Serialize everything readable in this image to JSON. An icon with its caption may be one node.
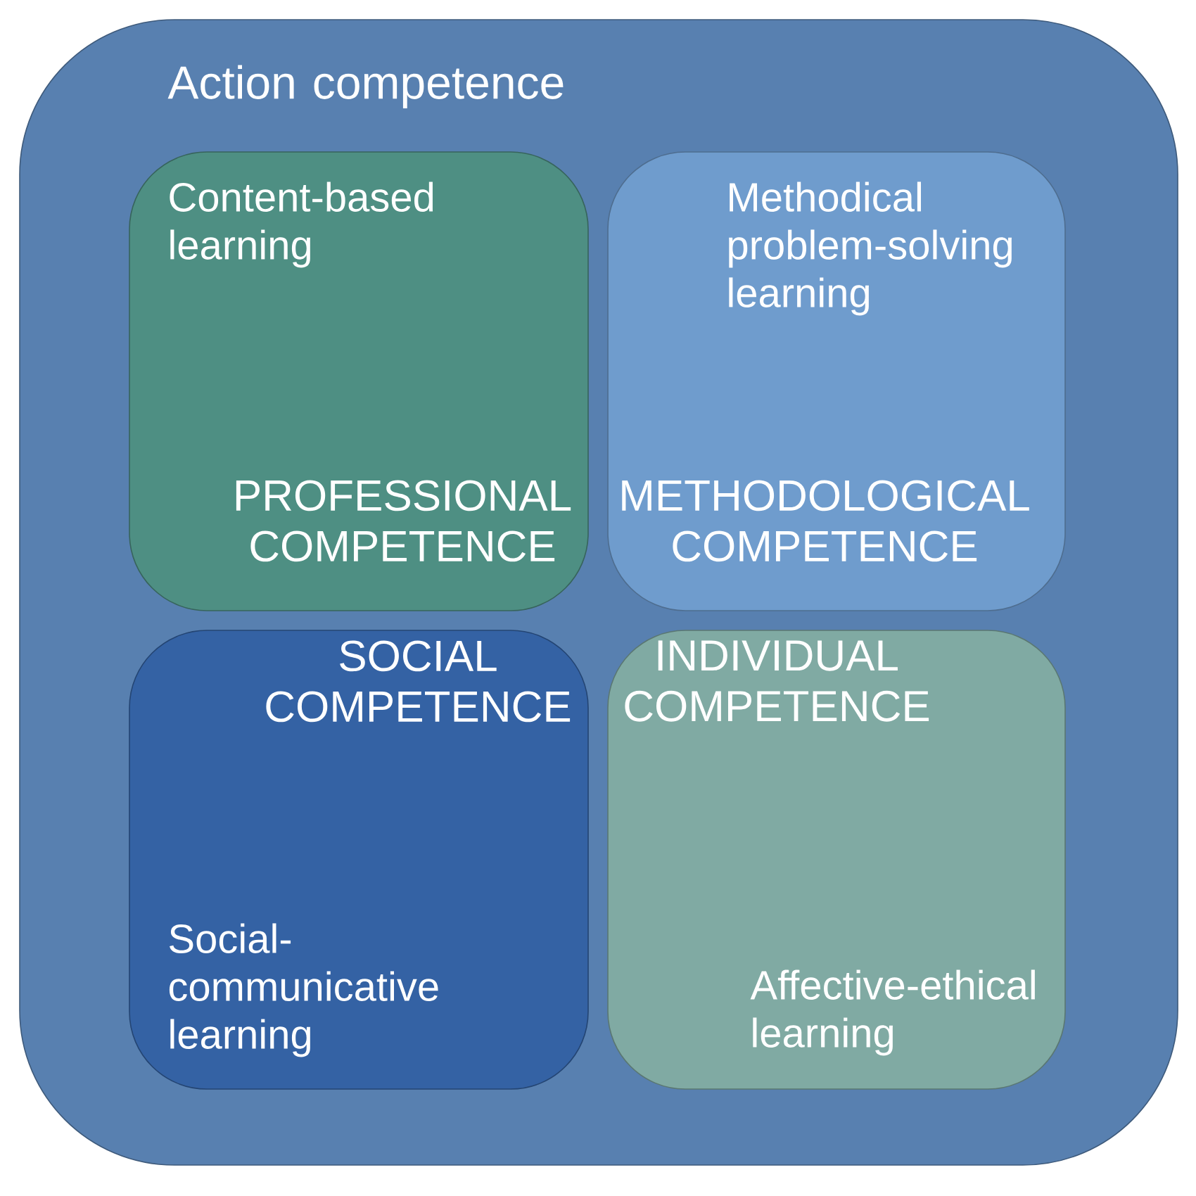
{
  "diagram": {
    "nodes": [
      {
        "text": [
          "Action competence"
        ]
      },
      {
        "text": [
          "Content-based learning",
          "PROFESSIONAL COMPETENCE"
        ],
        "in": 0
      },
      {
        "text": [
          "Methodical problem-solving learning",
          "METHODOLOGICAL COMPETENCE"
        ],
        "in": 0
      },
      {
        "text": [
          "SOCIAL COMPETENCE",
          "Social-communicative learning"
        ],
        "in": 0
      },
      {
        "text": [
          "INDIVIDUAL COMPETENCE",
          "Affective-ethical learning"
        ],
        "in": 0
      }
    ]
  }
}
